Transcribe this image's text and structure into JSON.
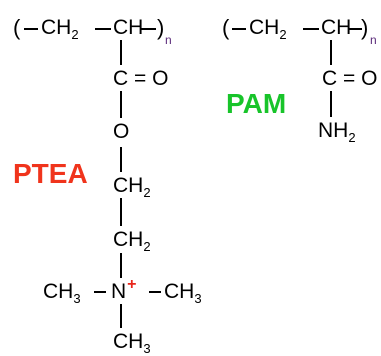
{
  "left": {
    "ch2": "CH",
    "ch2_sub": "2",
    "ch": "CH",
    "n": "n",
    "carbonyl": "C = O",
    "oxygen": "O",
    "ch2_a": "CH",
    "ch2_a_sub": "2",
    "ch2_b": "CH",
    "ch2_b_sub": "2",
    "ch3_left": "CH",
    "ch3_left_sub": "3",
    "nitrogen": "N",
    "charge": "+",
    "ch3_right": "CH",
    "ch3_right_sub": "3",
    "ch3_bottom": "CH",
    "ch3_bottom_sub": "3",
    "name": "PTEA"
  },
  "right": {
    "ch2": "CH",
    "ch2_sub": "2",
    "ch": "CH",
    "n": "n",
    "carbonyl": "C = O",
    "nh2": "NH",
    "nh2_sub": "2",
    "name": "PAM"
  },
  "colors": {
    "ptea": "#f0341c",
    "pam": "#18c42a",
    "n_subscript": "#5a2a7a",
    "charge": "#e8261b"
  }
}
